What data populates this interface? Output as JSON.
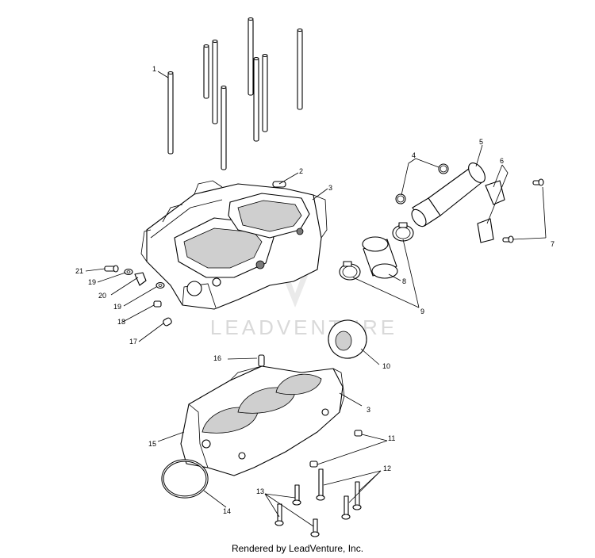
{
  "watermark": {
    "text": "LEADVENTURE"
  },
  "footer": {
    "text": "Rendered by LeadVenture, Inc."
  },
  "callouts": [
    "1",
    "2",
    "3",
    "4",
    "5",
    "6",
    "7",
    "8",
    "9",
    "10",
    "11",
    "12",
    "13",
    "14",
    "15",
    "16",
    "17",
    "18",
    "19",
    "19",
    "20",
    "21",
    "3"
  ]
}
